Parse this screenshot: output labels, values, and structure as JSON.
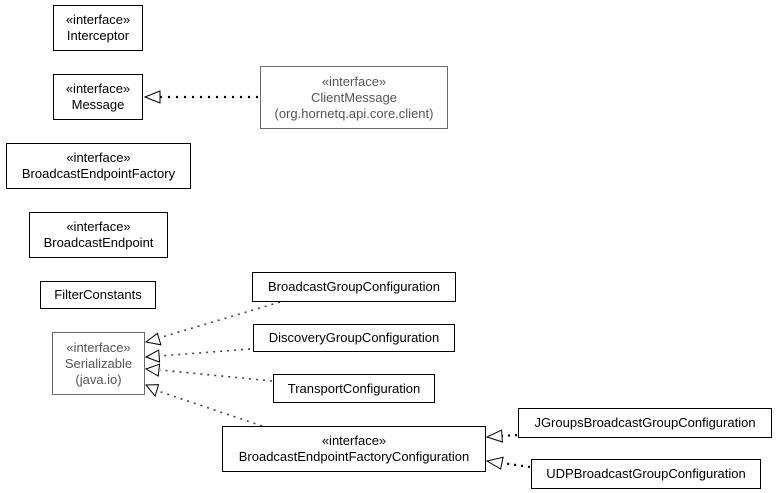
{
  "diagram": {
    "stereotype": "«interface»",
    "boxes": {
      "interceptor": {
        "stereotype": "«interface»",
        "name": "Interceptor"
      },
      "message": {
        "stereotype": "«interface»",
        "name": "Message"
      },
      "client_message": {
        "stereotype": "«interface»",
        "name": "ClientMessage",
        "package": "(org.hornetq.api.core.client)"
      },
      "broadcast_endpoint_factory": {
        "stereotype": "«interface»",
        "name": "BroadcastEndpointFactory"
      },
      "broadcast_endpoint": {
        "stereotype": "«interface»",
        "name": "BroadcastEndpoint"
      },
      "filter_constants": {
        "name": "FilterConstants"
      },
      "serializable": {
        "stereotype": "«interface»",
        "name": "Serializable",
        "package": "(java.io)"
      },
      "broadcast_group_configuration": {
        "name": "BroadcastGroupConfiguration"
      },
      "discovery_group_configuration": {
        "name": "DiscoveryGroupConfiguration"
      },
      "transport_configuration": {
        "name": "TransportConfiguration"
      },
      "broadcast_endpoint_factory_configuration": {
        "stereotype": "«interface»",
        "name": "BroadcastEndpointFactoryConfiguration"
      },
      "jgroups_broadcast_group_configuration": {
        "name": "JGroupsBroadcastGroupConfiguration"
      },
      "udp_broadcast_group_configuration": {
        "name": "UDPBroadcastGroupConfiguration"
      }
    },
    "relations": [
      {
        "from": "client_message",
        "to": "message",
        "kind": "realization"
      },
      {
        "from": "broadcast_group_configuration",
        "to": "serializable",
        "kind": "realization"
      },
      {
        "from": "discovery_group_configuration",
        "to": "serializable",
        "kind": "realization"
      },
      {
        "from": "transport_configuration",
        "to": "serializable",
        "kind": "realization"
      },
      {
        "from": "broadcast_endpoint_factory_configuration",
        "to": "serializable",
        "kind": "realization"
      },
      {
        "from": "jgroups_broadcast_group_configuration",
        "to": "broadcast_endpoint_factory_configuration",
        "kind": "realization"
      },
      {
        "from": "udp_broadcast_group_configuration",
        "to": "broadcast_endpoint_factory_configuration",
        "kind": "realization"
      }
    ],
    "colors": {
      "line": "#000000",
      "external_border": "#6b6b6b",
      "external_text": "#555555"
    }
  }
}
